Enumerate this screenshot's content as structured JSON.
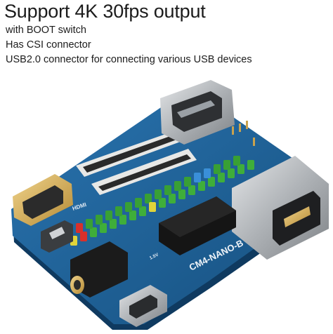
{
  "headline": "Support 4K 30fps output",
  "features": [
    "with BOOT switch",
    "Has CSI connector",
    "USB2.0 connector for connecting various USB devices"
  ],
  "board": {
    "model_label": "CM4-NANO-B",
    "hdmi_label": "HDMI",
    "silk_small": "1.5V",
    "colors": {
      "pcb": "#1d5f95",
      "pcb_dark": "#12436e",
      "pcb_edge": "#0f3a60",
      "header_green": "#3fae3a",
      "metal": "#b8bcc0",
      "gold": "#d8b15a",
      "chip": "#1a1a1a"
    }
  }
}
